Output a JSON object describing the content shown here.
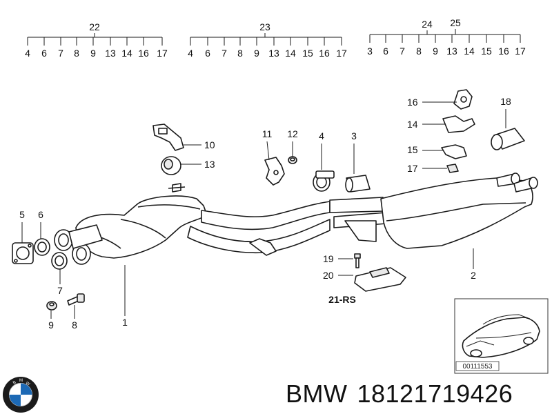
{
  "groups": [
    {
      "title": "22",
      "items": [
        "4",
        "6",
        "7",
        "8",
        "9",
        "13",
        "14",
        "16",
        "17"
      ]
    },
    {
      "title": "23",
      "items": [
        "4",
        "6",
        "7",
        "8",
        "9",
        "13",
        "14",
        "15",
        "16",
        "17"
      ]
    },
    {
      "title": "24",
      "title2": "25",
      "items": [
        "3",
        "6",
        "7",
        "8",
        "9",
        "13",
        "14",
        "15",
        "16",
        "17"
      ]
    }
  ],
  "callouts": {
    "c1": "1",
    "c2": "2",
    "c3": "3",
    "c4": "4",
    "c5": "5",
    "c6": "6",
    "c7": "7",
    "c8": "8",
    "c9": "9",
    "c10": "10",
    "c11": "11",
    "c12": "12",
    "c13": "13",
    "c14": "14",
    "c15": "15",
    "c16": "16",
    "c17": "17",
    "c18": "18",
    "c19": "19",
    "c20": "20",
    "c21": "21-RS"
  },
  "thumbnail": {
    "code": "00111553"
  },
  "footer": {
    "brand": "BMW",
    "part_number": "18121719426"
  }
}
